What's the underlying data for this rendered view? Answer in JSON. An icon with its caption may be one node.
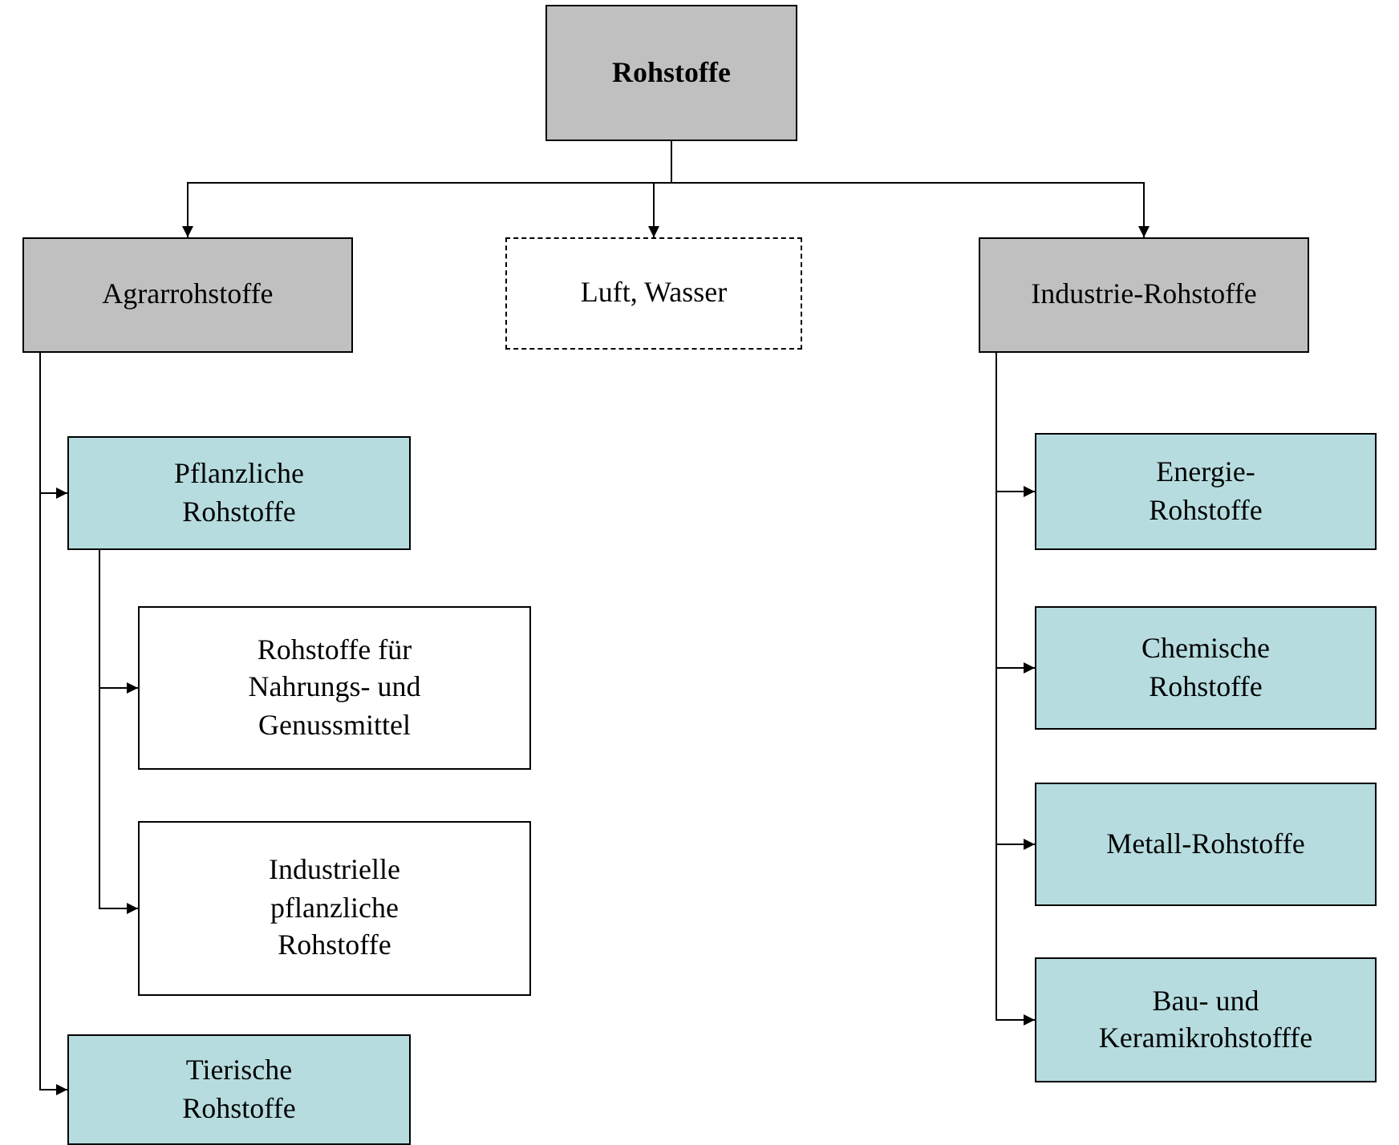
{
  "diagram": {
    "nodes": [
      {
        "text": [
          "Rohstoffe"
        ]
      },
      {
        "text": [
          "Agrarrohstoffe"
        ]
      },
      {
        "text": [
          "Luft, Wasser"
        ]
      },
      {
        "text": [
          "Industrie-Rohstoffe"
        ]
      },
      {
        "text": [
          "Pflanzliche Rohstoffe"
        ]
      },
      {
        "text": [
          "Rohstoffe für Nahrungs- und Genussmittel"
        ]
      },
      {
        "text": [
          "Industrielle pflanzliche Rohstoffe"
        ]
      },
      {
        "text": [
          "Tierische Rohstoffe"
        ]
      },
      {
        "text": [
          "Energie-Rohstoffe"
        ]
      },
      {
        "text": [
          "Chemische Rohstoffe"
        ]
      },
      {
        "text": [
          "Metall-Rohstoffe"
        ]
      },
      {
        "text": [
          "Bau- und Keramikrohstofffe"
        ]
      }
    ],
    "edges": [
      {
        "from": 0,
        "to": 1,
        "arrow": "to"
      },
      {
        "from": 0,
        "to": 2,
        "arrow": "to"
      },
      {
        "from": 0,
        "to": 3,
        "arrow": "to"
      },
      {
        "from": 1,
        "to": 4,
        "arrow": "to"
      },
      {
        "from": 1,
        "to": 7,
        "arrow": "to"
      },
      {
        "from": 4,
        "to": 5,
        "arrow": "to"
      },
      {
        "from": 4,
        "to": 6,
        "arrow": "to"
      },
      {
        "from": 3,
        "to": 8,
        "arrow": "to"
      },
      {
        "from": 3,
        "to": 9,
        "arrow": "to"
      },
      {
        "from": 3,
        "to": 10,
        "arrow": "to"
      },
      {
        "from": 3,
        "to": 11,
        "arrow": "to"
      }
    ]
  }
}
